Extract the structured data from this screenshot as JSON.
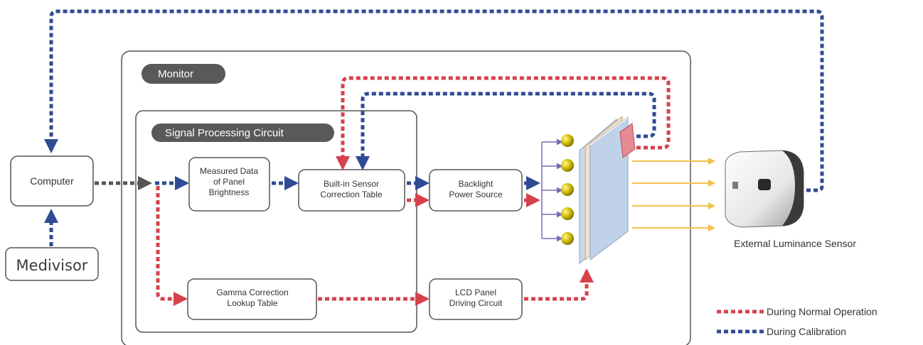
{
  "monitor_label": "Monitor",
  "signal_label": "Signal Processing Circuit",
  "computer_label": "Computer",
  "medivisor_label": "Medivisor",
  "measured": [
    "Measured Data",
    "of Panel",
    "Brightness"
  ],
  "builtin": [
    "Built-in Sensor",
    "Correction Table"
  ],
  "backlight": [
    "Backlight",
    "Power Source"
  ],
  "gamma": [
    "Gamma Correction",
    "Lookup Table"
  ],
  "lcd": [
    "LCD Panel",
    "Driving Circuit"
  ],
  "sensor_label": "External Luminance Sensor",
  "legend": {
    "normal": "During Normal Operation",
    "calibration": "During Calibration"
  },
  "colors": {
    "normal": "#d6424b",
    "calibration": "#2e4b94",
    "gray_line": "#555555",
    "light_ray": "#f2c04a",
    "led": "#c8b400",
    "led_link": "#7a68b0"
  }
}
